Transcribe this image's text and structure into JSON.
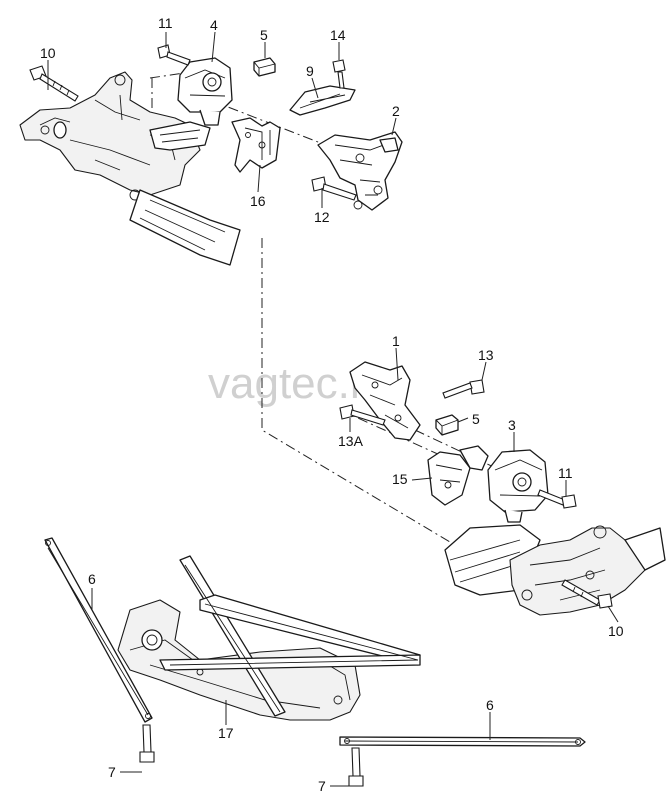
{
  "watermark": "vagtec.ru",
  "callouts": {
    "c1": "1",
    "c2": "2",
    "c3": "3",
    "c4": "4",
    "c5a": "5",
    "c5b": "5",
    "c6a": "6",
    "c6b": "6",
    "c7a": "7",
    "c7b": "7",
    "c9": "9",
    "c10a": "10",
    "c10b": "10",
    "c11a": "11",
    "c11b": "11",
    "c12": "12",
    "c13": "13",
    "c13a": "13A",
    "c14": "14",
    "c15": "15",
    "c16": "16",
    "c17": "17"
  }
}
